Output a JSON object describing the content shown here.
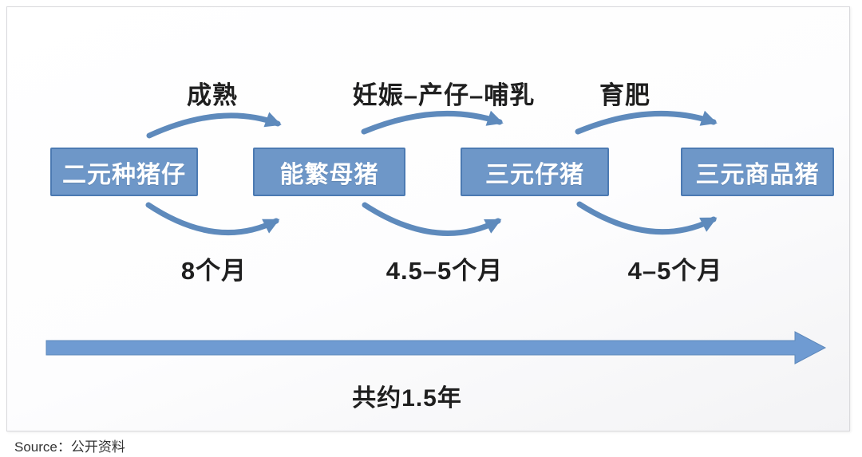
{
  "diagram": {
    "stages": [
      {
        "label": "二元种猪仔"
      },
      {
        "label": "能繁母猪"
      },
      {
        "label": "三元仔猪"
      },
      {
        "label": "三元商品猪"
      }
    ],
    "top_transitions": [
      {
        "label": "成熟"
      },
      {
        "label": "妊娠–产仔–哺乳"
      },
      {
        "label": "育肥"
      }
    ],
    "durations": [
      {
        "label": "8个月"
      },
      {
        "label": "4.5–5个月"
      },
      {
        "label": "4–5个月"
      }
    ],
    "total_label": "共约1.5年"
  },
  "footer": {
    "source_label": "Source：公开资料"
  },
  "colors": {
    "box-fill": "#6e97c8",
    "box-border": "#4c7ab2",
    "arrow": "#5e8abc",
    "arrow-big": "#6f9bd2"
  }
}
